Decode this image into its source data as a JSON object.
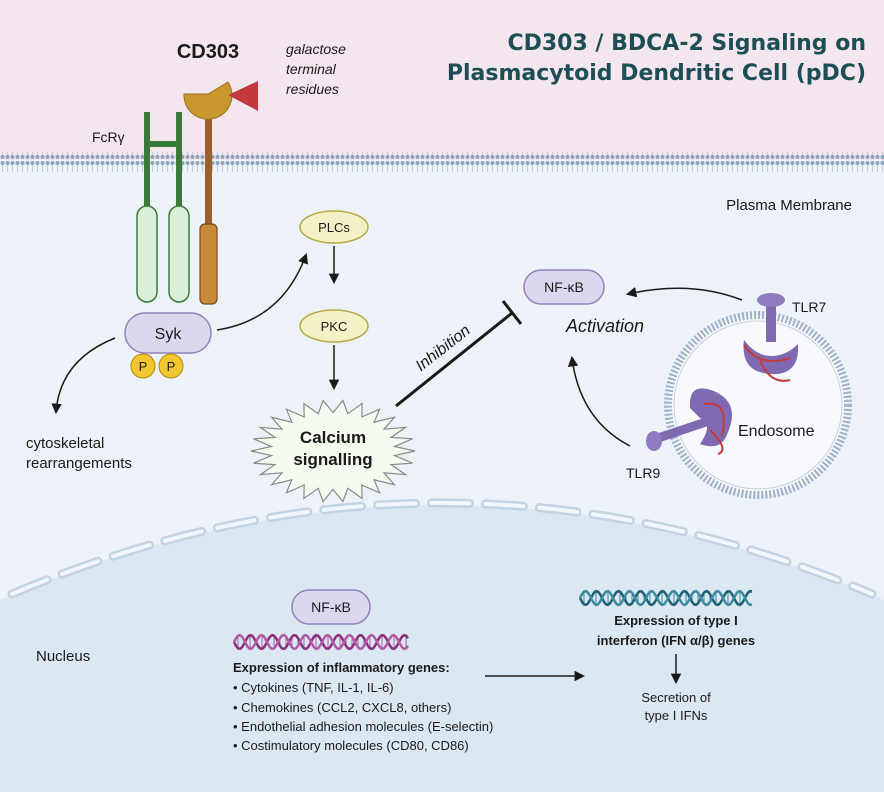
{
  "title": {
    "line1": "CD303 / BDCA-2 Signaling on",
    "line2": "Plasmacytoid Dendritic Cell (pDC)"
  },
  "receptor": {
    "cd303_label": "CD303",
    "fcr_label": "FcRγ",
    "ligand_line1": "galactose",
    "ligand_line2": "terminal",
    "ligand_line3": "residues"
  },
  "membrane_label": "Plasma Membrane",
  "syk": {
    "label": "Syk",
    "phospho1": "P",
    "phospho2": "P"
  },
  "cytoskeletal": {
    "line1": "cytoskeletal",
    "line2": "rearrangements"
  },
  "pathway": {
    "plcs": "PLCs",
    "pkc": "PKC",
    "calcium_line1": "Calcium",
    "calcium_line2": "signalling",
    "inhibition": "Inhibition"
  },
  "nfkb_cytoplasm": "NF-κB",
  "activation": "Activation",
  "endosome": {
    "label": "Endosome",
    "tlr7": "TLR7",
    "tlr9": "TLR9"
  },
  "nucleus": {
    "label": "Nucleus",
    "nfkb": "NF-κB",
    "inflammatory_title": "Expression of inflammatory genes:",
    "genes": [
      "• Cytokines (TNF, IL-1, IL-6)",
      "• Chemokines (CCL2, CXCL8, others)",
      "• Endothelial adhesion molecules (E-selectin)",
      "• Costimulatory molecules (CD80, CD86)"
    ],
    "ifn_line1": "Expression of type I",
    "ifn_line2": "interferon (IFN α/β) genes",
    "secretion_line1": "Secretion of",
    "secretion_line2": "type I IFNs"
  },
  "colors": {
    "extracellular": "#f4e6ee",
    "cytoplasm": "#edf2f9",
    "nucleus": "#dce8f1",
    "title": "#1d4e55",
    "syk_fill": "#dcd6ef",
    "syk_stroke": "#8f84b8",
    "phospho": "#f4c630",
    "plc_fill": "#f4f1c7",
    "plc_stroke": "#b5ab45",
    "fcr_green": "#3b7a3a",
    "cd303_brown": "#9c5f2c",
    "cd303_head": "#c8982f",
    "ligand_red": "#c23a3a",
    "tlr_purple": "#7f69b0"
  }
}
